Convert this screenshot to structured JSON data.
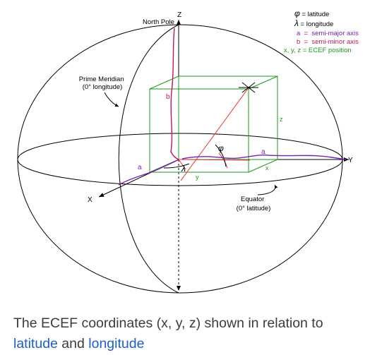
{
  "diagram": {
    "axes": {
      "z": "Z",
      "y": "Y",
      "x": "X"
    },
    "north_pole": "North Pole",
    "prime_meridian": {
      "line1": "Prime Meridian",
      "line2": "(0° longitude)"
    },
    "equator": {
      "line1": "Equator",
      "line2": "(0° latitude)"
    },
    "symbols": {
      "a": "a",
      "b": "b",
      "phi": "φ",
      "lambda": "λ",
      "x": "x",
      "y": "y",
      "z": "z"
    },
    "legend": {
      "phi": {
        "symbol": "φ",
        "text": " = latitude"
      },
      "lambda": {
        "symbol": "λ",
        "text": " = longitude"
      },
      "a": "a  =  semi-major axis",
      "b": "b  =  semi-minor axis",
      "xyz": "x, y, z = ECEF position"
    },
    "colors": {
      "semi_major": "#7a1fb4",
      "semi_minor": "#c2185b",
      "ecef": "#1a9a1a",
      "latlon": "#e53935",
      "outline": "#000000"
    }
  },
  "caption": {
    "text": "The ECEF coordinates (x, y, z) shown in relation to",
    "link1": "latitude",
    "and": " and ",
    "link2": "longitude"
  }
}
